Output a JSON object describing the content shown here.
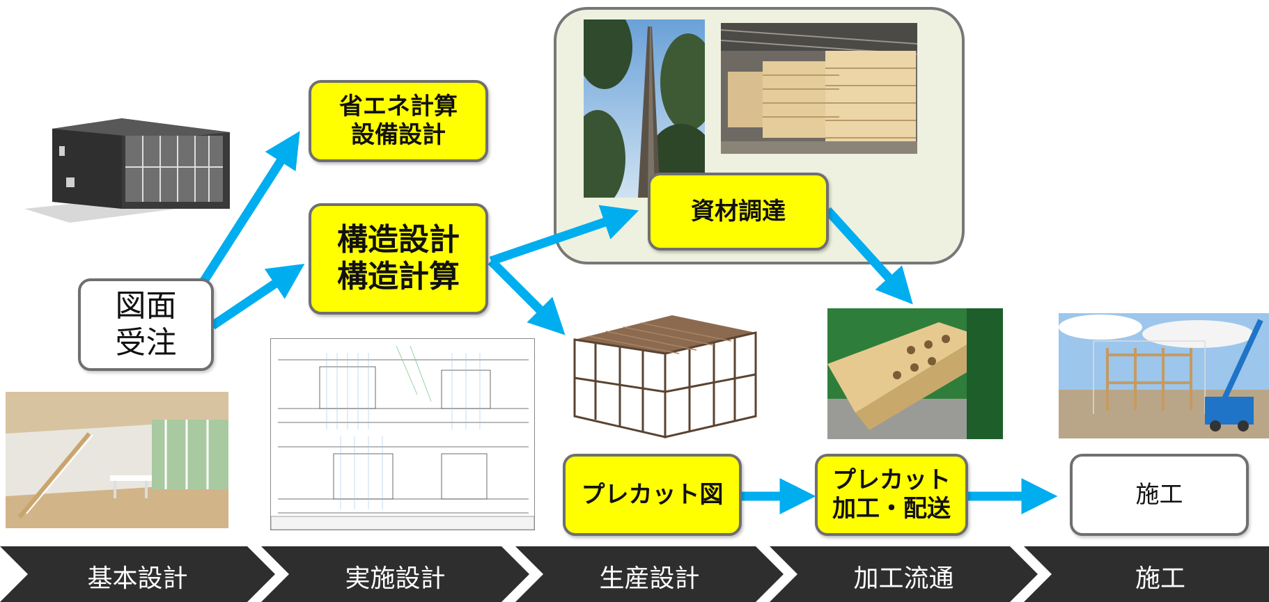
{
  "boxes": {
    "drawing_order": [
      "図面",
      "受注"
    ],
    "energy": [
      "省エネ計算",
      "設備設計"
    ],
    "structure": [
      "構造設計",
      "構造計算"
    ],
    "procurement": "資材調達",
    "precut_drawing": "プレカット図",
    "precut_processing": [
      "プレカット",
      "加工・配送"
    ],
    "construction": "施工"
  },
  "stages": [
    "基本設計",
    "実施設計",
    "生産設計",
    "加工流通",
    "施工"
  ],
  "colors": {
    "arrow": "#00adef",
    "box_yellow": "#ffff00",
    "box_border": "#6f6f6f",
    "panel_bg": "#eef1df",
    "band": "#2e2e2e"
  }
}
